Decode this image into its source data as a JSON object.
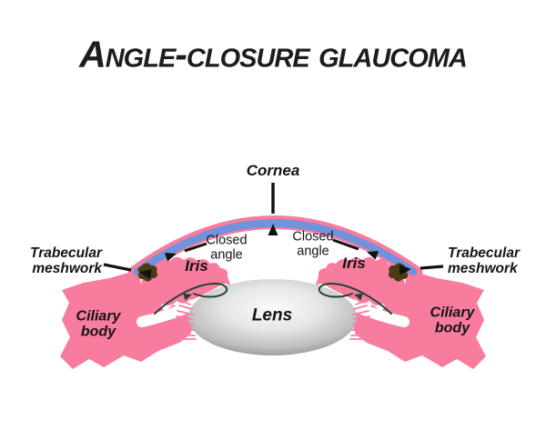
{
  "title": "Angle-closure glaucoma",
  "labels": {
    "cornea": "Cornea",
    "closed_angle": "Closed\nangle",
    "iris": "Iris",
    "lens": "Lens",
    "trabecular_meshwork": "Trabecular\nmeshwork",
    "ciliary_body": "Ciliary\nbody"
  },
  "colors": {
    "tissue_pink": "#F87C9E",
    "cornea_blue": "#7193DB",
    "trabecular_brown": "#4A3B12",
    "flow_arrow_green": "#1F4533",
    "pointer_arrow_black": "#111111",
    "lens_center_gray": "#FAFAFA",
    "lens_edge_gray": "#808080",
    "background": "#FFFFFF",
    "text": "#141414"
  }
}
